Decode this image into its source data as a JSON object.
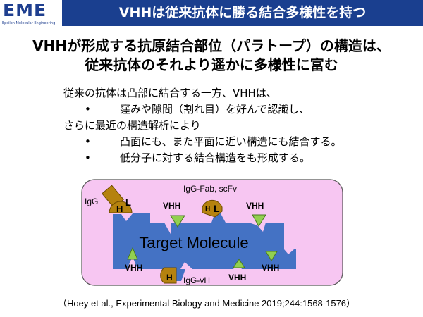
{
  "logo": {
    "text": "EME",
    "subtitle": "Epsilon Molecular Engineering"
  },
  "slide": {
    "title": "VHHは従来抗体に勝る結合多様性を持つ",
    "headline": [
      "VHHが形成する抗原結合部位（パラトープ）の構造は、",
      "従来抗体のそれより遥かに多様性に富む"
    ],
    "body": {
      "line1": "従来の抗体は凸部に結合する一方、VHHは、",
      "bullet1": "窪みや隙間（割れ目）を好んで認識し、",
      "line2": "さらに最近の構造解析により",
      "bullet2": "凸面にも、また平面に近い構造にも結合する。",
      "bullet3": "低分子に対する結合構造をも形成する。",
      "bullet_char": "•"
    }
  },
  "diagram": {
    "target_label": "Target Molecule",
    "igg_label": "IgG",
    "fab_label": "IgG-Fab, scFv",
    "vh_label": "IgG-vH",
    "vhh_label": "VHH",
    "heavy_label": "H",
    "light_label": "L",
    "colors": {
      "background": "#f7c6f2",
      "target": "#4472c4",
      "antibody": "#b5820f",
      "vhh": "#92d050"
    }
  },
  "citation": "（Hoey et al., Experimental Biology and Medicine 2019;244:1568-1576）"
}
